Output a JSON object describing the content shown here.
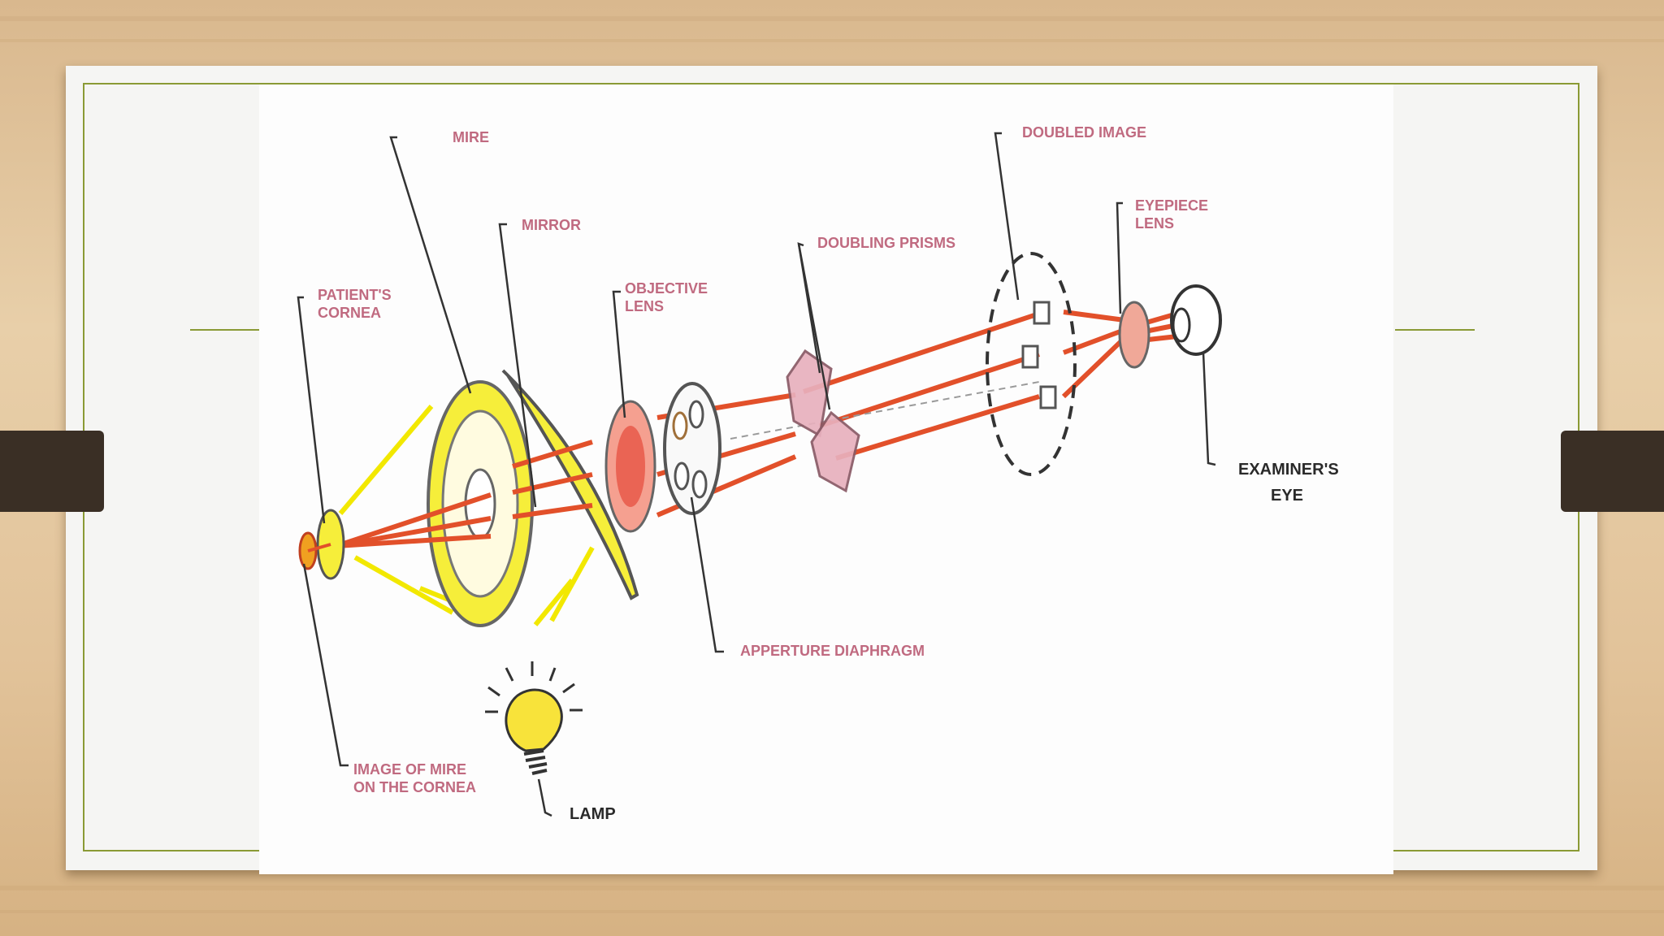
{
  "diagram": {
    "labels": {
      "mire": "MIRE",
      "mirror": "MIRROR",
      "patients_cornea_line1": "PATIENT'S",
      "patients_cornea_line2": "CORNEA",
      "objective_lens_line1": "OBJECTIVE",
      "objective_lens_line2": "LENS",
      "doubling_prisms": "DOUBLING PRISMS",
      "doubled_image": "DOUBLED IMAGE",
      "eyepiece_lens_line1": "EYEPIECE",
      "eyepiece_lens_line2": "LENS",
      "examiners_eye_line1": "EXAMINER'S",
      "examiners_eye_line2": "EYE",
      "apperture_diaphragm": "APPERTURE DIAPHRAGM",
      "image_of_mire_line1": "IMAGE OF MIRE",
      "image_of_mire_line2": "ON THE CORNEA",
      "lamp": "LAMP"
    },
    "colors": {
      "label": "#c06a80",
      "ray": "#e2502a",
      "light": "#f2e800",
      "frame": "#8a9a35",
      "tab": "#3a2f25"
    }
  }
}
